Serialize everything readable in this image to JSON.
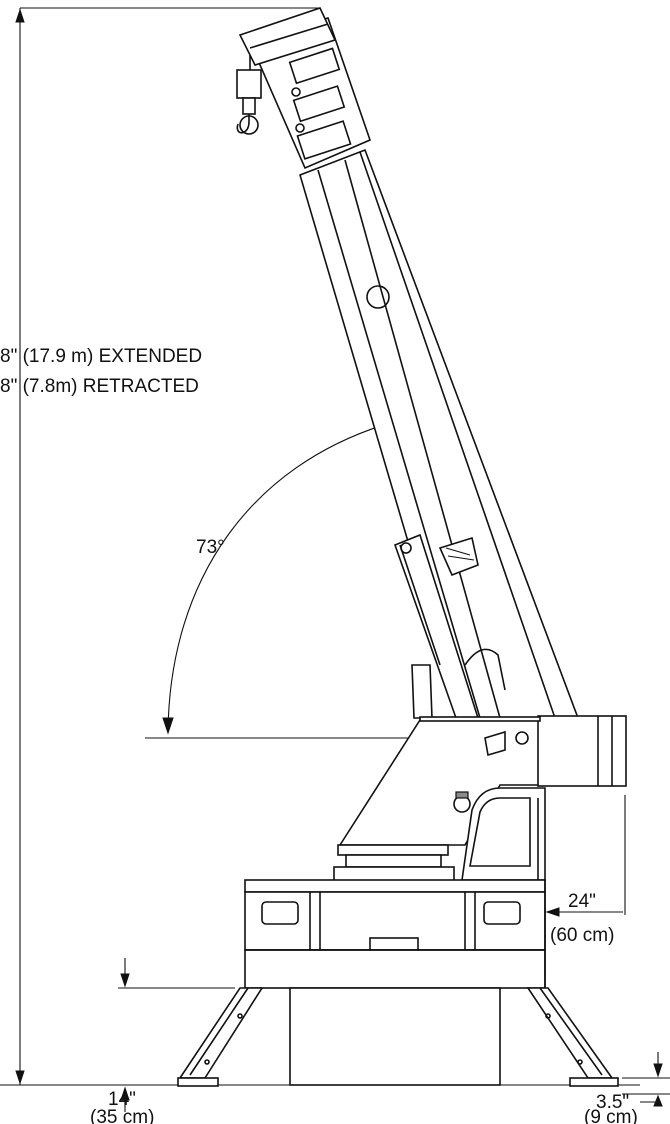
{
  "labels": {
    "height_extended": "8\" (17.9 m) EXTENDED",
    "height_retracted": "8\" (7.8m) RETRACTED",
    "boom_angle": "73°",
    "rear_offset_in": "24\"",
    "rear_offset_cm": "(60 cm)",
    "outrigger_height_in": "14\"",
    "outrigger_height_cm": "(35 cm)",
    "pad_thickness_in": "3.5\"",
    "pad_thickness_cm": "(9 cm)"
  },
  "colors": {
    "line": "#111111",
    "background": "#ffffff"
  }
}
